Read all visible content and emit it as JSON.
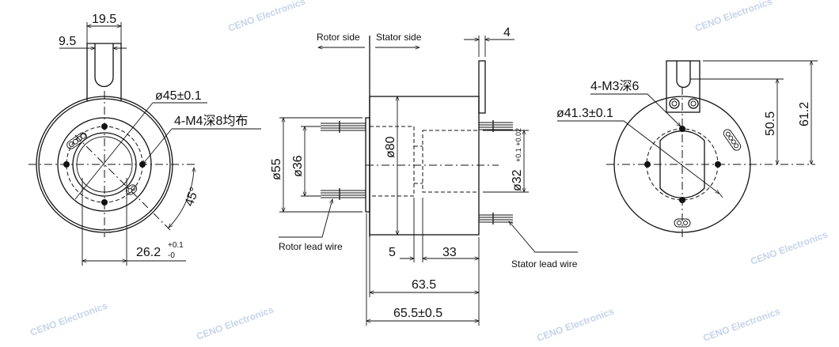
{
  "front_view": {
    "dim_tab_width": "19.5",
    "dim_slot_width": "9.5",
    "dim_bolt_circle": "ø45±0.1",
    "note_holes": "4-M4深8均布",
    "dim_angle": "45°",
    "dim_bore": "26.2",
    "dim_bore_tol_upper": "+0.1",
    "dim_bore_tol_lower": "-0"
  },
  "side_view": {
    "rotor_side": "Rotor side",
    "stator_side": "Stator side",
    "dim_flange_thickness": "4",
    "dim_d55": "ø55",
    "dim_d36": "ø36",
    "dim_d80": "ø80",
    "dim_d32": "ø32",
    "dim_d32_tol": "+0.1 +0.02",
    "dim_5": "5",
    "dim_33": "33",
    "dim_63_5": "63.5",
    "dim_65_5": "65.5±0.5",
    "rotor_lead_wire": "Rotor lead wire",
    "stator_lead_wire": "Stator lead wire"
  },
  "rear_view": {
    "note_holes": "4-M3深6",
    "dim_bolt_circle": "ø41.3±0.1",
    "dim_50_5": "50.5",
    "dim_61_2": "61.2"
  },
  "watermark": "CENO Electronics"
}
